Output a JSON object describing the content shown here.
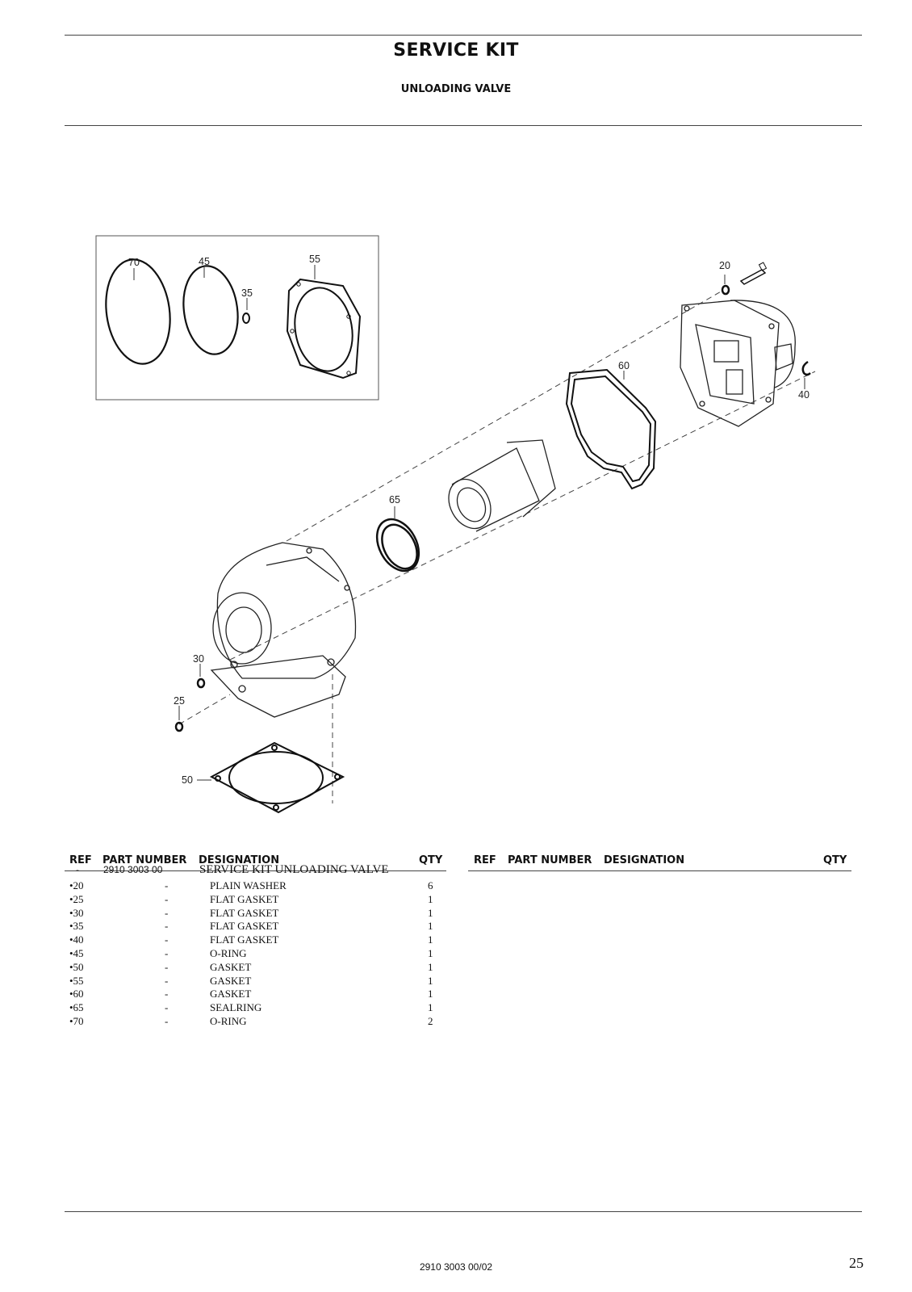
{
  "header": {
    "title": "SERVICE KIT",
    "subtitle": "UNLOADING VALVE"
  },
  "drawing": {
    "callouts": [
      "70",
      "45",
      "35",
      "55",
      "20",
      "60",
      "40",
      "65",
      "30",
      "25",
      "50"
    ]
  },
  "table": {
    "columns": {
      "ref": "REF",
      "part_number": "PART NUMBER",
      "designation": "DESIGNATION",
      "qty": "QTY"
    },
    "kit_row": {
      "ref": "-",
      "part_number": "2910 3003 00",
      "designation": "SERVICE KIT UNLOADING VALVE",
      "qty": ""
    },
    "rows": [
      {
        "ref": "•20",
        "part_number": "-",
        "designation": "PLAIN WASHER",
        "qty": "6"
      },
      {
        "ref": "•25",
        "part_number": "-",
        "designation": "FLAT GASKET",
        "qty": "1"
      },
      {
        "ref": "•30",
        "part_number": "-",
        "designation": "FLAT GASKET",
        "qty": "1"
      },
      {
        "ref": "•35",
        "part_number": "-",
        "designation": "FLAT GASKET",
        "qty": "1"
      },
      {
        "ref": "•40",
        "part_number": "-",
        "designation": "FLAT GASKET",
        "qty": "1"
      },
      {
        "ref": "•45",
        "part_number": "-",
        "designation": "O-RING",
        "qty": "1"
      },
      {
        "ref": "•50",
        "part_number": "-",
        "designation": "GASKET",
        "qty": "1"
      },
      {
        "ref": "•55",
        "part_number": "-",
        "designation": "GASKET",
        "qty": "1"
      },
      {
        "ref": "•60",
        "part_number": "-",
        "designation": "GASKET",
        "qty": "1"
      },
      {
        "ref": "•65",
        "part_number": "-",
        "designation": "SEALRING",
        "qty": "1"
      },
      {
        "ref": "•70",
        "part_number": "-",
        "designation": "O-RING",
        "qty": "2"
      }
    ]
  },
  "footer": {
    "doc_number": "2910 3003 00/02",
    "page": "25"
  }
}
